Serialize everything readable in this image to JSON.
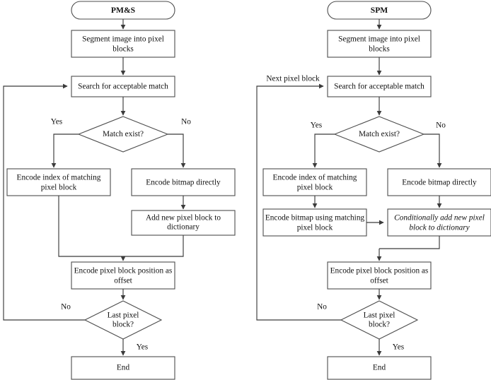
{
  "diagram": {
    "type": "flowchart",
    "title": "PM&S and SPM encoding flowcharts",
    "background_color": "#ffffff",
    "line_color": "#3b3b3b",
    "box_stroke_color": "#4d4d4d",
    "text_color": "#101010"
  },
  "left": {
    "name": "PM&S",
    "nodes": {
      "start": {
        "label": "PM&S",
        "shape": "terminator"
      },
      "segment": {
        "label": "Segment image into pixel blocks",
        "shape": "process"
      },
      "search": {
        "label": "Search for acceptable match",
        "shape": "process"
      },
      "match": {
        "label": "Match exist?",
        "shape": "decision"
      },
      "encode_index": {
        "label": "Encode index of matching pixel block",
        "shape": "process"
      },
      "encode_bitmap": {
        "label": "Encode bitmap directly",
        "shape": "process"
      },
      "add_dict": {
        "label": "Add new pixel block to dictionary",
        "shape": "process"
      },
      "encode_offset": {
        "label": "Encode pixel block position as offset",
        "shape": "process"
      },
      "last_block": {
        "label": "Last pixel block?",
        "shape": "decision"
      },
      "end": {
        "label": "End",
        "shape": "process"
      }
    },
    "edge_labels": {
      "match_yes": "Yes",
      "match_no": "No",
      "last_no": "No",
      "last_yes": "Yes"
    }
  },
  "right": {
    "name": "SPM",
    "nodes": {
      "start": {
        "label": "SPM",
        "shape": "terminator"
      },
      "segment": {
        "label": "Segment image into pixel blocks",
        "shape": "process"
      },
      "search": {
        "label": "Search for acceptable match",
        "shape": "process"
      },
      "match": {
        "label": "Match exist?",
        "shape": "decision"
      },
      "encode_index": {
        "label": "Encode index of matching pixel block",
        "shape": "process"
      },
      "encode_bitmap": {
        "label": "Encode bitmap directly",
        "shape": "process"
      },
      "encode_bitmap_using": {
        "label": "Encode bitmap using matching pixel block",
        "shape": "process"
      },
      "cond_add_dict": {
        "label": "Conditionally add new pixel block to dictionary",
        "shape": "process",
        "style": "italic"
      },
      "encode_offset": {
        "label": "Encode pixel block position as offset",
        "shape": "process"
      },
      "last_block": {
        "label": "Last pixel block?",
        "shape": "decision"
      },
      "end": {
        "label": "End",
        "shape": "process"
      }
    },
    "edge_labels": {
      "next_pixel_block": "Next pixel block",
      "match_yes": "Yes",
      "match_no": "No",
      "last_no": "No",
      "last_yes": "Yes"
    }
  },
  "text_lines": {
    "segment_l1": "Segment image into pixel",
    "segment_l2": "blocks",
    "encode_index_l1": "Encode index of matching",
    "encode_index_l2": "pixel block",
    "add_dict_l1": "Add new pixel block to",
    "add_dict_l2": "dictionary",
    "encode_offset_l1": "Encode pixel block position as",
    "encode_offset_l2": "offset",
    "last_block_l1": "Last pixel",
    "last_block_l2": "block?",
    "encode_bmp_using_l1": "Encode bitmap using matching",
    "encode_bmp_using_l2": "pixel block",
    "cond_add_l1": "Conditionally add new pixel",
    "cond_add_l2": "block to dictionary"
  }
}
